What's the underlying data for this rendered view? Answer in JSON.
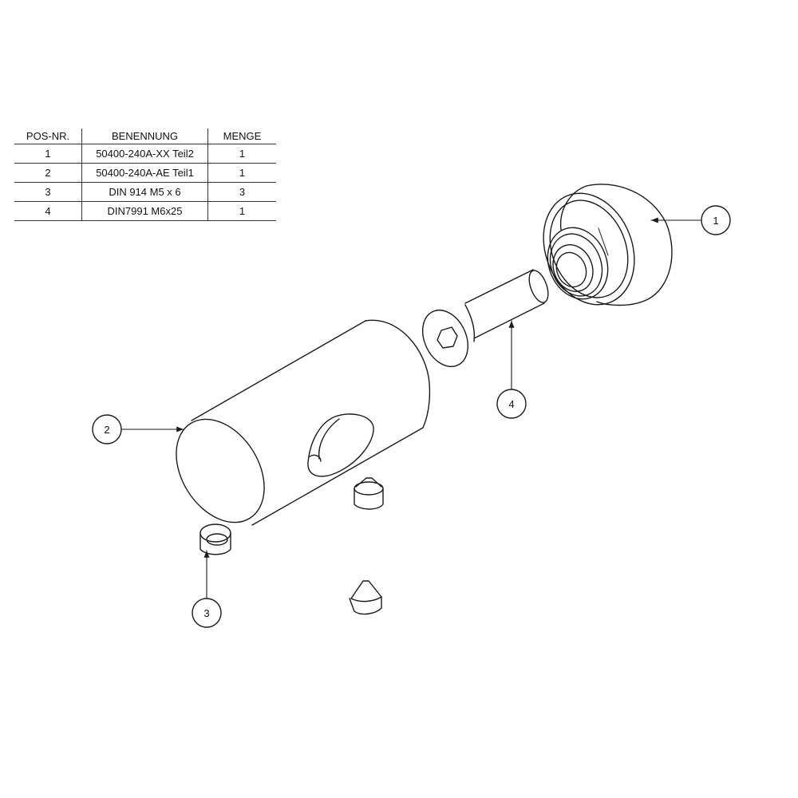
{
  "bom": {
    "headers": [
      "POS-NR.",
      "BENENNUNG",
      "MENGE"
    ],
    "rows": [
      [
        "1",
        "50400-240A-XX Teil2",
        "1"
      ],
      [
        "2",
        "50400-240A-AE Teil1",
        "1"
      ],
      [
        "3",
        "DIN 914 M5 x 6",
        "3"
      ],
      [
        "4",
        "DIN7991 M6x25",
        "1"
      ]
    ]
  },
  "balloons": {
    "b1": "1",
    "b2": "2",
    "b3": "3",
    "b4": "4"
  },
  "colors": {
    "line": "#1a1a1a",
    "background": "#ffffff"
  }
}
